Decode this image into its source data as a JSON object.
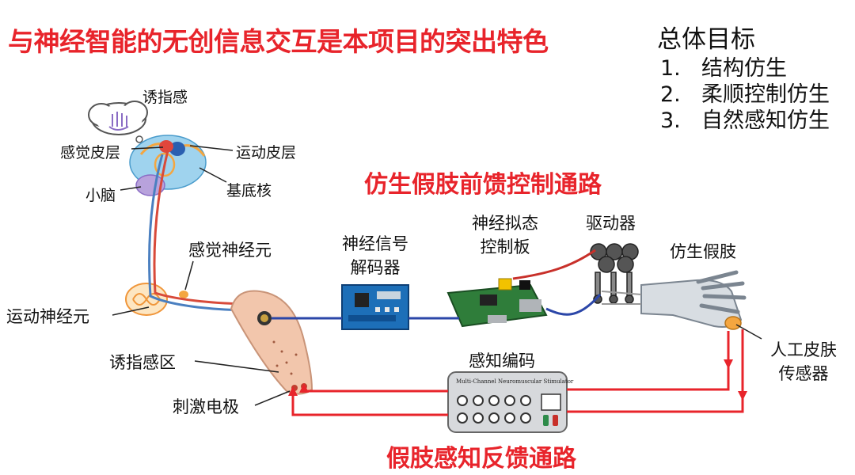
{
  "headline": "与神经智能的无创信息交互是本项目的突出特色",
  "goals": {
    "title": "总体目标",
    "items": [
      {
        "num": "1.",
        "text": "结构仿生"
      },
      {
        "num": "2.",
        "text": "柔顺控制仿生"
      },
      {
        "num": "3.",
        "text": "自然感知仿生"
      }
    ]
  },
  "routes": {
    "feedforward": "仿生假肢前馈控制通路",
    "feedback": "假肢感知反馈通路"
  },
  "labels": {
    "induced_finger_sense": "诱指感",
    "sensory_cortex": "感觉皮层",
    "motor_cortex": "运动皮层",
    "basal_ganglia": "基底核",
    "cerebellum": "小脑",
    "sensory_neuron": "感觉神经元",
    "motor_neuron": "运动神经元",
    "induced_sense_area": "诱指感区",
    "stim_electrode": "刺激电极",
    "decoder_line1": "神经信号",
    "decoder_line2": "解码器",
    "board_line1": "神经拟态",
    "board_line2": "控制板",
    "driver": "驱动器",
    "prosthesis": "仿生假肢",
    "skin_line1": "人工皮肤",
    "skin_line2": "传感器",
    "encoding": "感知编码",
    "stimulator_label": "Multi-Channel Neuromuscular Stimulator"
  },
  "colors": {
    "accent_red": "#e8242b",
    "signal_blue": "#2b46a8"
  }
}
